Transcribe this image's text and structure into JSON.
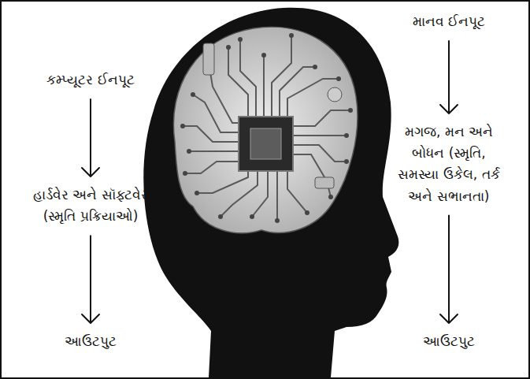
{
  "diagram": {
    "nodes": [
      {
        "text": [
          "કમ્પ્યૂટર ઈનપૂટ"
        ]
      },
      {
        "text": [
          "હાર્ડવેર અને સૉફ્ટવેર (સ્મૃતિ પ્રક્રિયાઓ)"
        ]
      },
      {
        "text": [
          "આઉટપુટ"
        ]
      },
      {
        "text": [
          "માનવ ઈનપૂટ"
        ]
      },
      {
        "text": [
          "મગજ, મન અને બોધન (સ્મૃતિ, સમસ્યા ઉકેલ, તર્ક અને સભાનતા)"
        ]
      },
      {
        "text": [
          "આઉટપુટ"
        ]
      }
    ],
    "edges": [
      {
        "from": 0,
        "to": 1,
        "arrow": "to"
      },
      {
        "from": 1,
        "to": 2,
        "arrow": "to"
      },
      {
        "from": 3,
        "to": 4,
        "arrow": "to"
      },
      {
        "from": 4,
        "to": 5,
        "arrow": "to"
      }
    ]
  }
}
